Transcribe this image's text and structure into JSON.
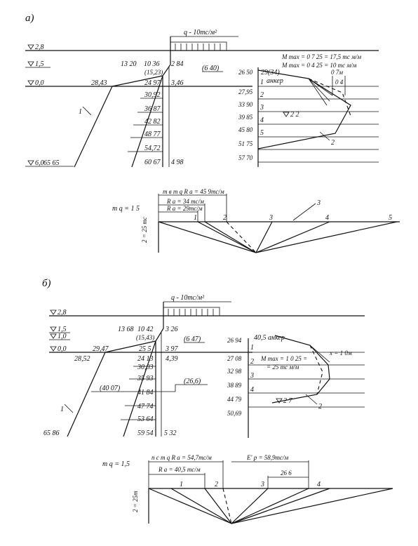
{
  "diagram_a": {
    "panel_label": "а)",
    "load_label": "q - 10тс/м²",
    "elevations": [
      "2,8",
      "1,5",
      "0,0",
      "6,0"
    ],
    "left_values": [
      "13 20",
      "10 36",
      "2 84",
      "(15,23)",
      "28,43",
      "24 97",
      "3,46",
      "30,92",
      "36 87",
      "42 82",
      "48 77",
      "54,72",
      "60 67",
      "4 98",
      "65 65"
    ],
    "mid_note": "(6 40)",
    "line_label_1": "1",
    "moment_text_1": "M max = 0 7 25 = 17,5 тс м/м",
    "moment_text_2": "M max = 0 4 25 = 10 тс м/м",
    "anchor_values": [
      "29(34)",
      "0 7м",
      "0 4"
    ],
    "anchor_label": "анкер",
    "depth_values": [
      "26 50",
      "27,95",
      "33 90",
      "39 85",
      "45 80",
      "51 75",
      "57 70"
    ],
    "layer_numbers": [
      "1",
      "2",
      "3",
      "4",
      "5"
    ],
    "water_label": "2 2",
    "curve_label": "2",
    "polygon": {
      "m_label": "m q = 1 5",
      "force_1": "m в m q R а = 45 9тс/м",
      "force_2": "R а = 34 тс/м",
      "force_3": "R а = 29тс/м",
      "scale_label": "2 = 25 тс",
      "points": [
        "1",
        "2",
        "3",
        "4",
        "5"
      ],
      "line_label": "3"
    }
  },
  "diagram_b": {
    "panel_label": "б)",
    "load_label": "q - 10тс/м²",
    "elevations": [
      "2,8",
      "1,5",
      "1,0",
      "0,0"
    ],
    "left_values": [
      "13 68",
      "10 42",
      "3 26",
      "(15,43)",
      "29,47",
      "25 5",
      "3 97",
      "28,52",
      "24 13",
      "4,39",
      "30,03",
      "35 93",
      "(40 07)",
      "41 84",
      "47 74",
      "53 64",
      "59 54",
      "5 32",
      "65 86"
    ],
    "mid_note_1": "(6 47)",
    "mid_note_2": "(26,6)",
    "line_label_1": "1",
    "anchor_label": "40,5 анкер",
    "x_label": "x = 1 0м",
    "moment_text_1": "M max = 1 0 25 =",
    "moment_text_2": "= 25 тс м/м",
    "depth_values": [
      "26 94",
      "27 08",
      "32 98",
      "38 89",
      "44 79",
      "50,69"
    ],
    "layer_numbers": [
      "1",
      "2",
      "3",
      "4"
    ],
    "water_label": "2 7",
    "curve_label": "2",
    "polygon": {
      "m_label": "m q = 1,5",
      "force_1": "n с m q R а = 54,7тс/м",
      "force_2": "R а = 40,5 тс/м",
      "force_3": "E′ р = 58,9тс/м",
      "force_4": "26 6",
      "scale_label": "2 = 25т",
      "points": [
        "1",
        "2",
        "3",
        "4"
      ]
    }
  }
}
